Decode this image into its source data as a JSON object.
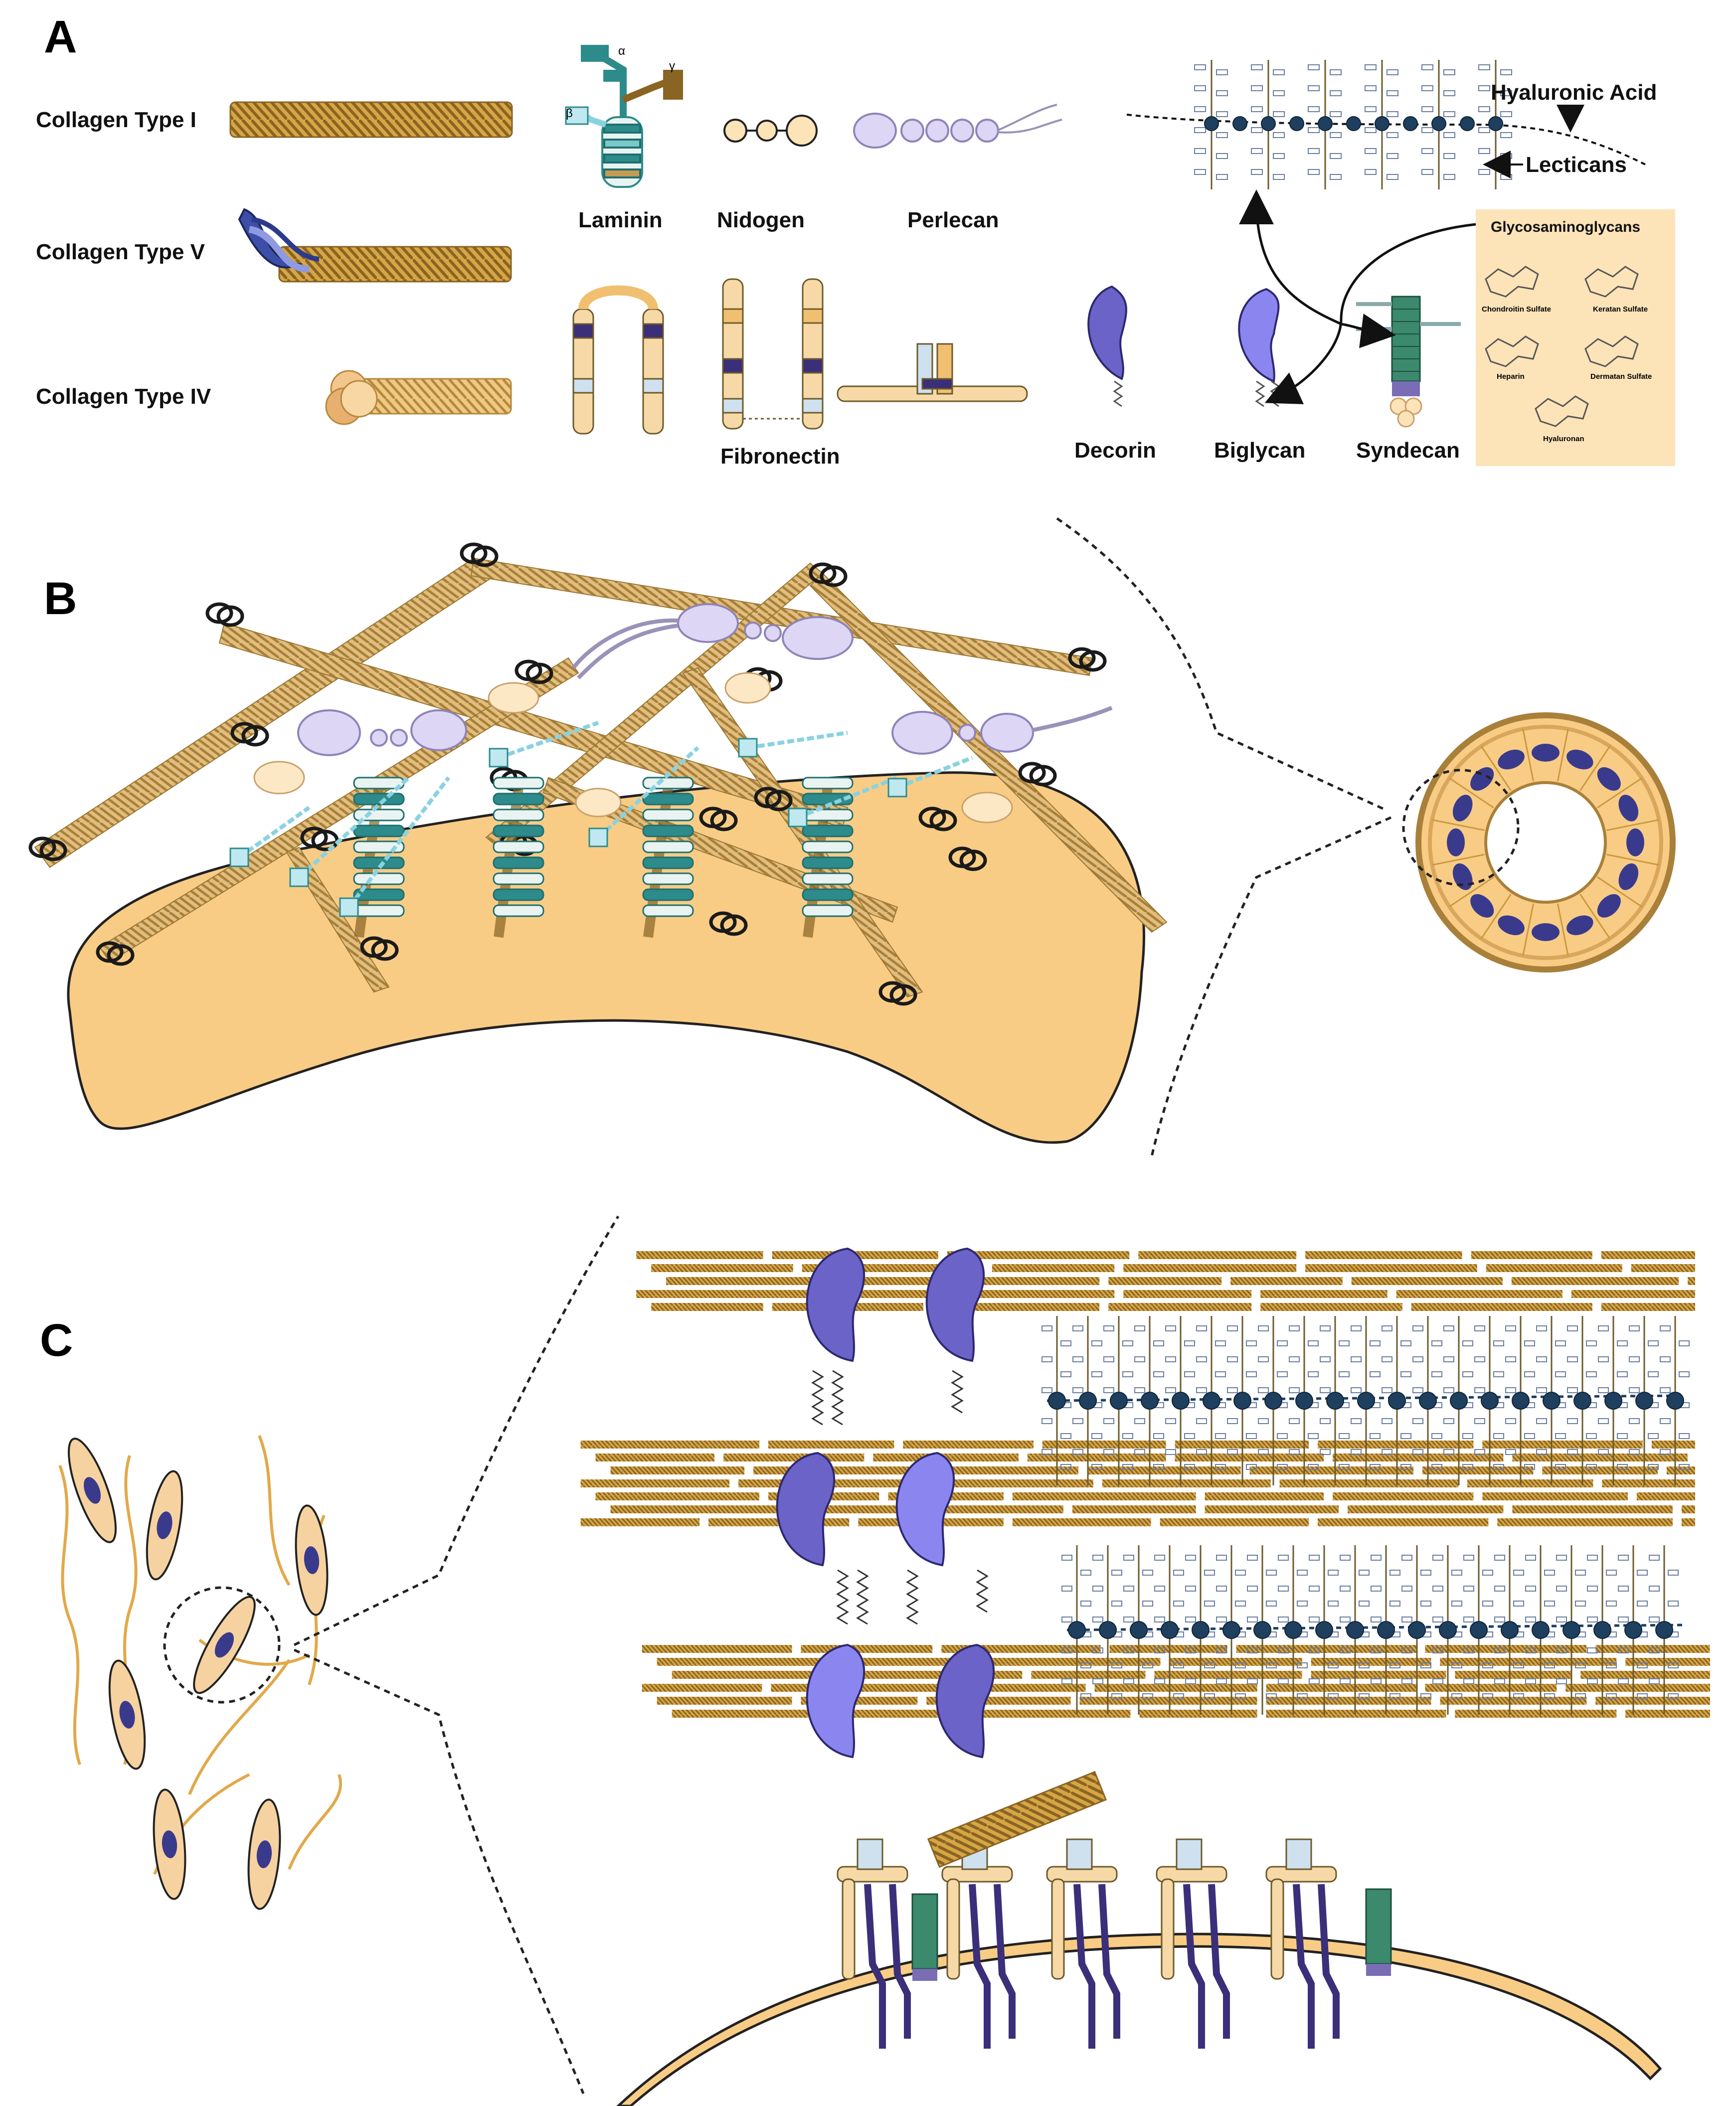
{
  "panels": {
    "a": "A",
    "b": "B",
    "c": "C"
  },
  "collagens": {
    "type_i": "Collagen Type I",
    "type_v": "Collagen Type V",
    "type_iv": "Collagen Type IV"
  },
  "proteins": {
    "laminin": "Laminin",
    "laminin_chains": {
      "alpha": "α",
      "beta": "β",
      "gamma": "γ"
    },
    "nidogen": "Nidogen",
    "perlecan": "Perlecan",
    "fibronectin": "Fibronectin",
    "decorin": "Decorin",
    "biglycan": "Biglycan",
    "syndecan": "Syndecan"
  },
  "hyaluronic": {
    "hyaluronic_acid": "Hyaluronic Acid",
    "lecticans": "Lecticans"
  },
  "gag_box": {
    "title": "Glycosaminoglycans",
    "items": [
      "Chondroitin Sulfate",
      "Keratan Sulfate",
      "Heparin",
      "Dermatan Sulfate",
      "Hyaluronan"
    ]
  },
  "colors": {
    "collagen_gold": "#c99a3f",
    "collagen_dark": "#8a6422",
    "cell_body": "#f9cc85",
    "decorin": "#6c63c8",
    "biglycan": "#8b86ef",
    "laminin_teal": "#2e8b8b",
    "perlecan_lilac": "#d9d3f2",
    "nucleus": "#3a3a8c",
    "ha_node": "#1f3f5f",
    "gag_box_bg": "#fde3b8",
    "syndecan_green": "#3b8a6e"
  }
}
